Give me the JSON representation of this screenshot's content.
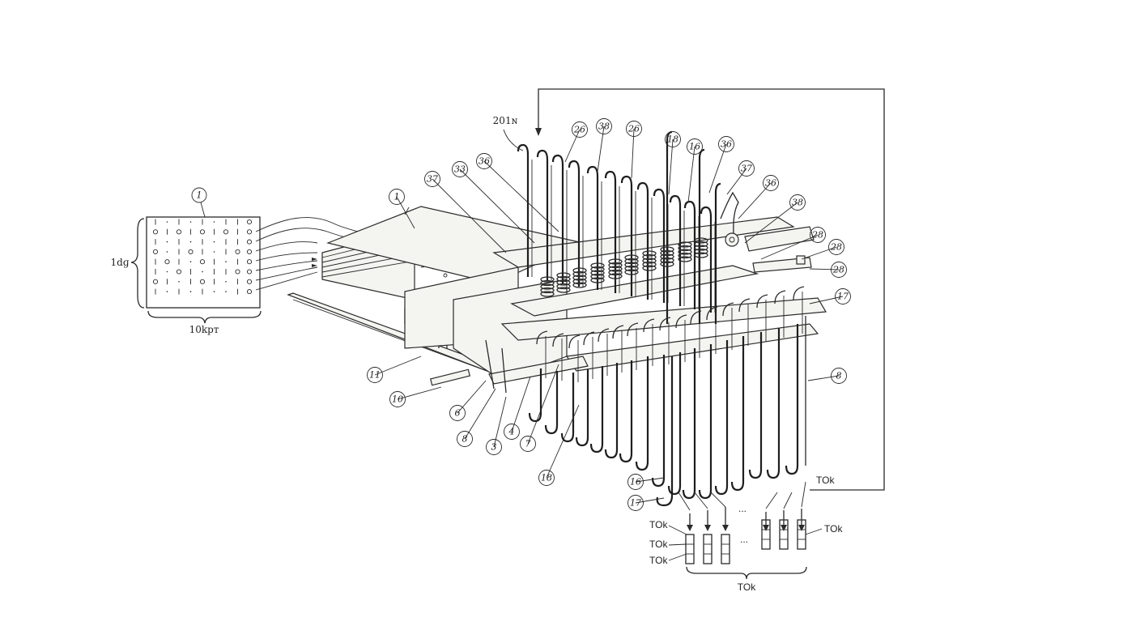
{
  "card": {
    "number_label": "1",
    "side_label": "1dɡ",
    "bottom_label": "10kрт"
  },
  "top_label": "201ɴ",
  "token_labels": {
    "upper_right": "TOk",
    "left_1": "TOk",
    "left_2": "TOk",
    "left_3": "TOk",
    "right": "TOk",
    "bottom": "TOk",
    "ellipsis_upper": "...",
    "ellipsis_lower": "..."
  },
  "callouts": [
    {
      "id": "c1",
      "text": "1"
    },
    {
      "id": "c37a",
      "text": "37"
    },
    {
      "id": "c33",
      "text": "33"
    },
    {
      "id": "c36a",
      "text": "36"
    },
    {
      "id": "c26a",
      "text": "26"
    },
    {
      "id": "c38a",
      "text": "38"
    },
    {
      "id": "c26b",
      "text": "26"
    },
    {
      "id": "c18a",
      "text": "18"
    },
    {
      "id": "c16a",
      "text": "16"
    },
    {
      "id": "c36b",
      "text": "36"
    },
    {
      "id": "c37b",
      "text": "37"
    },
    {
      "id": "c36c",
      "text": "36"
    },
    {
      "id": "c38b",
      "text": "38"
    },
    {
      "id": "c28a",
      "text": "28"
    },
    {
      "id": "c28b",
      "text": "28"
    },
    {
      "id": "c28c",
      "text": "28"
    },
    {
      "id": "c17a",
      "text": "17"
    },
    {
      "id": "c8a",
      "text": "8"
    },
    {
      "id": "c11",
      "text": "11"
    },
    {
      "id": "c10",
      "text": "10"
    },
    {
      "id": "c6",
      "text": "6"
    },
    {
      "id": "c8b",
      "text": "8"
    },
    {
      "id": "c3",
      "text": "3"
    },
    {
      "id": "c4",
      "text": "4"
    },
    {
      "id": "c7",
      "text": "7"
    },
    {
      "id": "c18b",
      "text": "18"
    },
    {
      "id": "c16b",
      "text": "16"
    },
    {
      "id": "c17b",
      "text": "17"
    }
  ]
}
